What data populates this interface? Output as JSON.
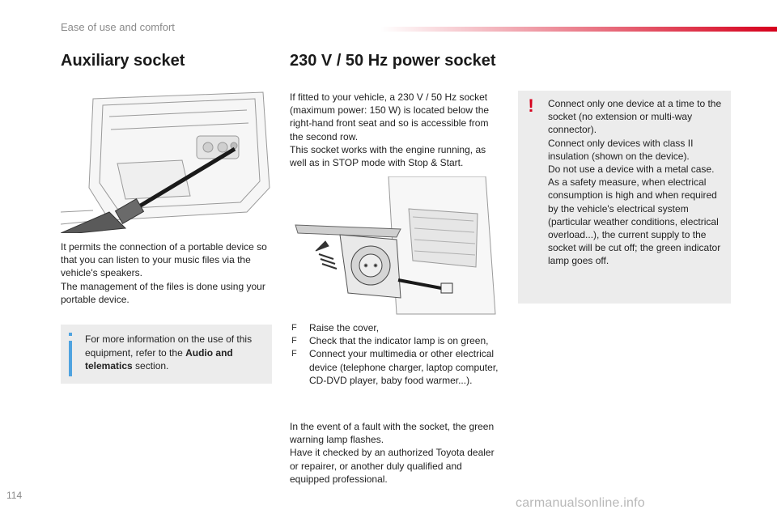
{
  "header": {
    "section_title": "Ease of use and comfort"
  },
  "aux": {
    "title": "Auxiliary socket",
    "body": [
      "It permits the connection of a portable device so that you can listen to your music files via the vehicle's speakers.",
      "The management of the files is done using your portable device."
    ],
    "info_prefix": "For more information on the use of this equipment, refer to the ",
    "info_bold": "Audio and telematics",
    "info_suffix": " section."
  },
  "power": {
    "title": "230 V / 50 Hz power socket",
    "intro": [
      "If fitted to your vehicle, a 230 V / 50 Hz socket (maximum power: 150 W) is located below the right-hand front seat and so is accessible from the second row.",
      "This socket works with the engine running, as well as in STOP mode with Stop & Start."
    ],
    "step_marker": "F",
    "steps": [
      "Raise the cover,",
      "Check that the indicator lamp is on green,",
      "Connect your multimedia or other electrical device (telephone charger, laptop computer, CD-DVD player, baby food warmer...)."
    ],
    "fault": [
      "In the event of a fault with the socket, the green warning lamp flashes.",
      "Have it checked by an authorized Toyota dealer or repairer, or another duly qualified and equipped professional."
    ]
  },
  "warning": {
    "icon": "exclamation-icon",
    "lines": [
      "Connect only one device at a time to the socket (no extension or multi-way connector).",
      "Connect only devices with class II insulation (shown on the device).",
      "Do not use a device with a metal case.",
      "As a safety measure, when electrical consumption is high and when required by the vehicle's electrical system (particular weather conditions, electrical overload...), the current supply to the socket will be cut off; the green indicator lamp goes off."
    ]
  },
  "footer": {
    "page_number": "114",
    "watermark": "carmanualsonline.info"
  },
  "colors": {
    "accent_red": "#d6001c",
    "info_blue": "#4fa3e0",
    "box_grey": "#ececec"
  }
}
